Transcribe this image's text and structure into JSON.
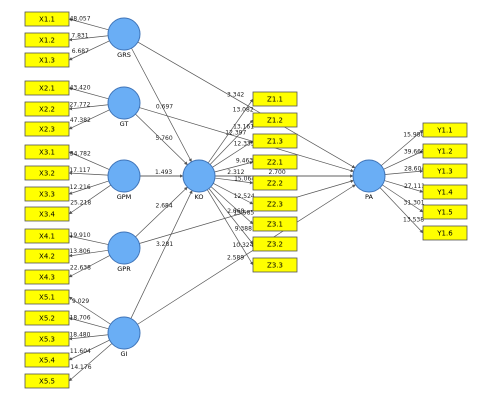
{
  "colors": {
    "indicator_fill": "#ffff00",
    "indicator_border": "#555555",
    "latent_fill": "#6aaef5",
    "latent_border": "#3f74b8",
    "edge": "#555555"
  },
  "latents": [
    {
      "id": "GRS",
      "label": "GRS"
    },
    {
      "id": "GT",
      "label": "GT"
    },
    {
      "id": "GPM",
      "label": "GPM"
    },
    {
      "id": "GPR",
      "label": "GPR"
    },
    {
      "id": "GI",
      "label": "GI"
    },
    {
      "id": "KO",
      "label": "KO"
    },
    {
      "id": "PA",
      "label": "PA"
    }
  ],
  "indicators": [
    {
      "label": "X1.1",
      "latent": "GRS",
      "weight": "48.057"
    },
    {
      "label": "X1.2",
      "latent": "GRS",
      "weight": "7.831"
    },
    {
      "label": "X1.3",
      "latent": "GRS",
      "weight": "6.687"
    },
    {
      "label": "X2.1",
      "latent": "GT",
      "weight": "43.420"
    },
    {
      "label": "X2.2",
      "latent": "GT",
      "weight": "27.772"
    },
    {
      "label": "X2.3",
      "latent": "GT",
      "weight": "47.382"
    },
    {
      "label": "X3.1",
      "latent": "GPM",
      "weight": "34.782"
    },
    {
      "label": "X3.2",
      "latent": "GPM",
      "weight": "17.117"
    },
    {
      "label": "X3.3",
      "latent": "GPM",
      "weight": "12.216"
    },
    {
      "label": "X3.4",
      "latent": "GPM",
      "weight": "25.218"
    },
    {
      "label": "X4.1",
      "latent": "GPR",
      "weight": "19.910"
    },
    {
      "label": "X4.2",
      "latent": "GPR",
      "weight": "13.806"
    },
    {
      "label": "X4.3",
      "latent": "GPR",
      "weight": "22.638"
    },
    {
      "label": "X5.1",
      "latent": "GI",
      "weight": "9.029"
    },
    {
      "label": "X5.2",
      "latent": "GI",
      "weight": "18.706"
    },
    {
      "label": "X5.3",
      "latent": "GI",
      "weight": "18.480"
    },
    {
      "label": "X5.4",
      "latent": "GI",
      "weight": "11.604"
    },
    {
      "label": "X5.5",
      "latent": "GI",
      "weight": "14.176"
    },
    {
      "label": "Z1.1",
      "latent": "KO",
      "weight": "13.082"
    },
    {
      "label": "Z1.2",
      "latent": "KO",
      "weight": "13.161"
    },
    {
      "label": "Z1.3",
      "latent": "KO",
      "weight": "12.335"
    },
    {
      "label": "Z2.1",
      "latent": "KO",
      "weight": "9.463"
    },
    {
      "label": "Z2.2",
      "latent": "KO",
      "weight": "15.064"
    },
    {
      "label": "Z2.3",
      "latent": "KO",
      "weight": "12.524"
    },
    {
      "label": "Z3.1",
      "latent": "KO",
      "weight": "13.585"
    },
    {
      "label": "Z3.2",
      "latent": "KO",
      "weight": "9.388"
    },
    {
      "label": "Z3.3",
      "latent": "KO",
      "weight": "10.324"
    },
    {
      "label": "Y1.1",
      "latent": "PA",
      "weight": "15.980"
    },
    {
      "label": "Y1.2",
      "latent": "PA",
      "weight": "39.660"
    },
    {
      "label": "Y1.3",
      "latent": "PA",
      "weight": "28.604"
    },
    {
      "label": "Y1.4",
      "latent": "PA",
      "weight": "27.111"
    },
    {
      "label": "Y1.5",
      "latent": "PA",
      "weight": "31.301"
    },
    {
      "label": "Y1.6",
      "latent": "PA",
      "weight": "13.538"
    }
  ],
  "paths": [
    {
      "from": "GRS",
      "to": "KO",
      "weight": "0.697"
    },
    {
      "from": "GT",
      "to": "KO",
      "weight": "5.760"
    },
    {
      "from": "GPM",
      "to": "KO",
      "weight": "1.493"
    },
    {
      "from": "GPR",
      "to": "KO",
      "weight": "2.684"
    },
    {
      "from": "GI",
      "to": "KO",
      "weight": "3.281"
    },
    {
      "from": "GRS",
      "to": "PA",
      "weight": "3.342"
    },
    {
      "from": "GT",
      "to": "PA",
      "weight": "12.397"
    },
    {
      "from": "GPM",
      "to": "PA",
      "weight": "2.312"
    },
    {
      "from": "GPR",
      "to": "PA",
      "weight": "2.068"
    },
    {
      "from": "GI",
      "to": "PA",
      "weight": "2.589"
    },
    {
      "from": "KO",
      "to": "PA",
      "weight": "2.700"
    }
  ]
}
